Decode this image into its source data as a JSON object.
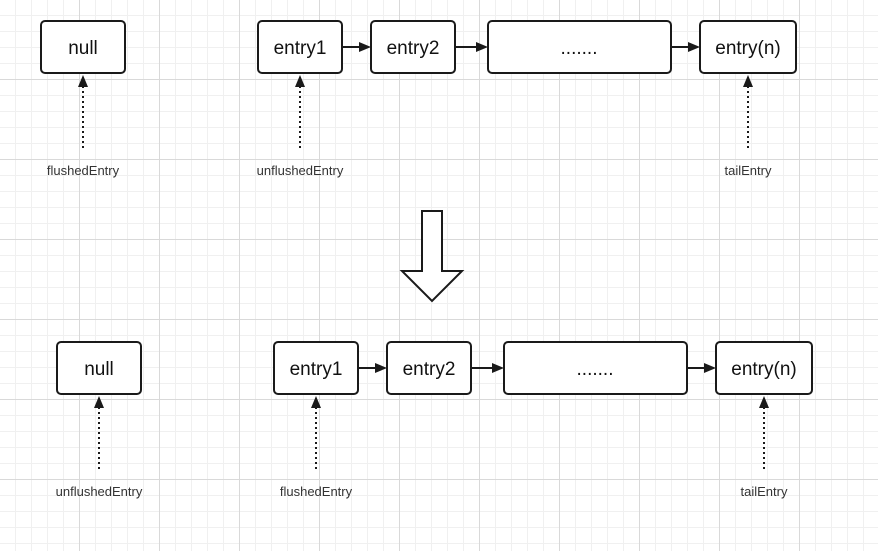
{
  "before": {
    "nodes": {
      "null": "null",
      "entry1": "entry1",
      "entry2": "entry2",
      "ellipsis": ".......",
      "entry_n": "entry(n)"
    },
    "pointers": {
      "flushed": "flushedEntry",
      "unflushed": "unflushedEntry",
      "tail": "tailEntry"
    }
  },
  "after": {
    "nodes": {
      "null": "null",
      "entry1": "entry1",
      "entry2": "entry2",
      "ellipsis": ".......",
      "entry_n": "entry(n)"
    },
    "pointers": {
      "unflushed": "unflushedEntry",
      "flushed": "flushedEntry",
      "tail": "tailEntry"
    }
  },
  "colors": {
    "stroke": "#1a1a1a",
    "node_fill": "#ffffff",
    "grid": "#d9d9d9"
  }
}
